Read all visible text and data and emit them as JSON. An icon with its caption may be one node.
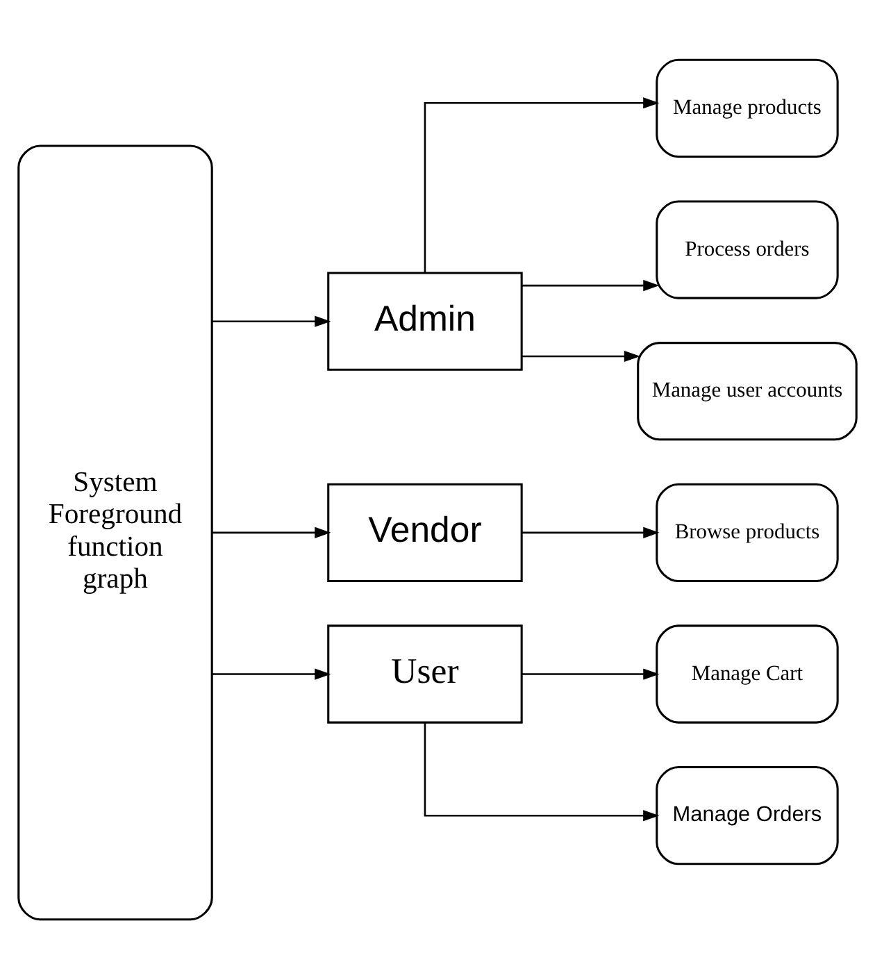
{
  "diagram": {
    "nodes": [
      {
        "text": [
          "System Foreground function graph"
        ]
      },
      {
        "text": [
          "Admin"
        ]
      },
      {
        "text": [
          "Vendor"
        ]
      },
      {
        "text": [
          "User"
        ]
      },
      {
        "text": [
          "Manage products"
        ]
      },
      {
        "text": [
          "Process orders"
        ]
      },
      {
        "text": [
          "Manage user accounts"
        ]
      },
      {
        "text": [
          "Browse products"
        ]
      },
      {
        "text": [
          "Manage Cart"
        ]
      },
      {
        "text": [
          "Manage Orders"
        ]
      }
    ],
    "edges": [
      {
        "from": 0,
        "to": 1,
        "arrow": "to"
      },
      {
        "from": 0,
        "to": 2,
        "arrow": "to"
      },
      {
        "from": 0,
        "to": 3,
        "arrow": "to"
      },
      {
        "from": 1,
        "to": 4,
        "arrow": "to"
      },
      {
        "from": 1,
        "to": 5,
        "arrow": "to"
      },
      {
        "from": 1,
        "to": 6,
        "arrow": "to"
      },
      {
        "from": 2,
        "to": 7,
        "arrow": "to"
      },
      {
        "from": 3,
        "to": 8,
        "arrow": "to"
      },
      {
        "from": 3,
        "to": 9,
        "arrow": "to"
      }
    ]
  }
}
